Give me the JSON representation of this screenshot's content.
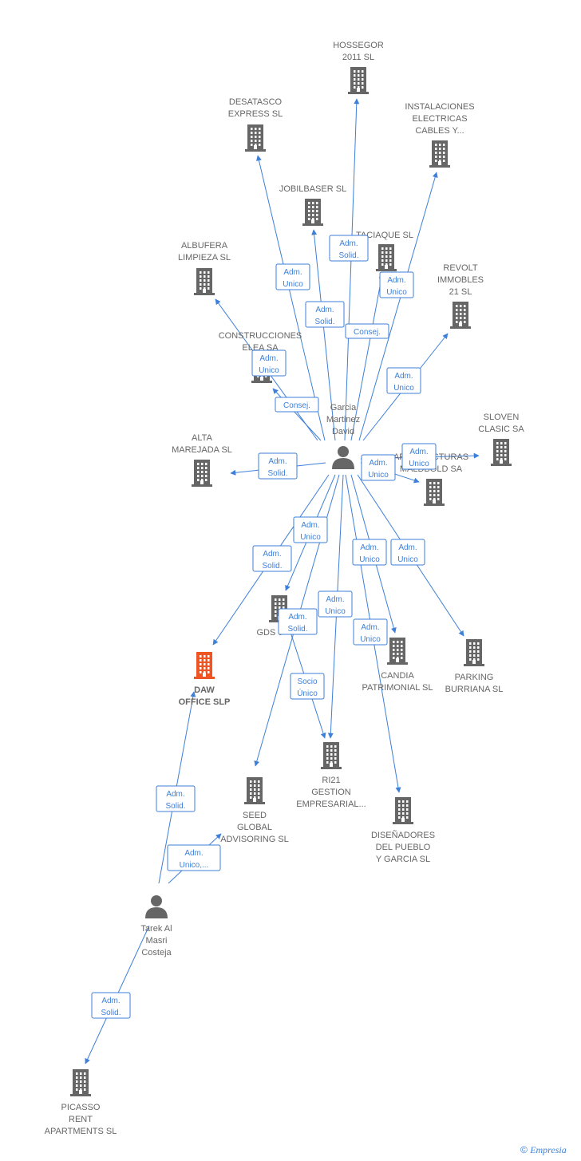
{
  "colors": {
    "edge": "#3d7fd9",
    "building": "#666666",
    "building_focus": "#ee5522",
    "label": "#666666"
  },
  "nodes": [
    {
      "id": "hossegor",
      "kind": "company",
      "lines": [
        "HOSSEGOR",
        "2011 SL"
      ]
    },
    {
      "id": "desatasco",
      "kind": "company",
      "lines": [
        "DESATASCO",
        "EXPRESS SL"
      ]
    },
    {
      "id": "instalaciones",
      "kind": "company",
      "lines": [
        "INSTALACIONES",
        "ELECTRICAS",
        "CABLES Y..."
      ]
    },
    {
      "id": "jobilbaser",
      "kind": "company",
      "lines": [
        "JOBILBASER SL"
      ]
    },
    {
      "id": "taciaque",
      "kind": "company",
      "lines": [
        "TACIAQUE SL"
      ]
    },
    {
      "id": "albufera",
      "kind": "company",
      "lines": [
        "ALBUFERA",
        "LIMPIEZA SL"
      ]
    },
    {
      "id": "revolt",
      "kind": "company",
      "lines": [
        "REVOLT",
        "IMMOBLES",
        "21 SL"
      ]
    },
    {
      "id": "construcciones",
      "kind": "company",
      "lines": [
        "CONSTRUCCIONES",
        "ELEA SA"
      ]
    },
    {
      "id": "garcia",
      "kind": "person",
      "lines": [
        "Garcia",
        "Martinez",
        "David"
      ]
    },
    {
      "id": "sloven",
      "kind": "company",
      "lines": [
        "SLOVEN",
        "CLASIC SA"
      ]
    },
    {
      "id": "alta",
      "kind": "company",
      "lines": [
        "ALTA",
        "MAREJADA  SL"
      ]
    },
    {
      "id": "arquitecturas",
      "kind": "company",
      "lines": [
        "ARQUITECTURAS",
        "MALDBOLD SA"
      ]
    },
    {
      "id": "gds",
      "kind": "company",
      "lines": [
        "GDS 0"
      ]
    },
    {
      "id": "daw",
      "kind": "focus",
      "lines": [
        "DAW",
        "OFFICE  SLP"
      ]
    },
    {
      "id": "candia",
      "kind": "company",
      "lines": [
        "CANDIA",
        "PATRIMONIAL SL"
      ]
    },
    {
      "id": "parking",
      "kind": "company",
      "lines": [
        "PARKING",
        "BURRIANA SL"
      ]
    },
    {
      "id": "ri21",
      "kind": "company",
      "lines": [
        "RI21",
        "GESTION",
        "EMPRESARIAL..."
      ]
    },
    {
      "id": "seed",
      "kind": "company",
      "lines": [
        "SEED",
        "GLOBAL",
        "ADVISORING SL"
      ]
    },
    {
      "id": "disenadores",
      "kind": "company",
      "lines": [
        "DISEÑADORES",
        "DEL PUEBLO",
        "Y GARCIA SL"
      ]
    },
    {
      "id": "tarek",
      "kind": "person",
      "lines": [
        "Tarek Al",
        "Masri",
        "Costeja"
      ]
    },
    {
      "id": "picasso",
      "kind": "company",
      "lines": [
        "PICASSO",
        "RENT",
        "APARTMENTS SL"
      ]
    }
  ],
  "edges": [
    {
      "from": "garcia",
      "to": "hossegor",
      "label": [
        "Adm.",
        "Solid."
      ]
    },
    {
      "from": "garcia",
      "to": "desatasco",
      "label": [
        "Adm.",
        "Unico"
      ]
    },
    {
      "from": "garcia",
      "to": "instalaciones",
      "label": [
        "Adm.",
        "Unico"
      ]
    },
    {
      "from": "garcia",
      "to": "jobilbaser",
      "label": [
        "Adm.",
        "Solid."
      ]
    },
    {
      "from": "garcia",
      "to": "taciaque",
      "label": [
        "Consej."
      ]
    },
    {
      "from": "garcia",
      "to": "albufera",
      "label": [
        "Adm.",
        "Unico"
      ]
    },
    {
      "from": "garcia",
      "to": "revolt",
      "label": [
        "Adm.",
        "Unico"
      ]
    },
    {
      "from": "garcia",
      "to": "construcciones",
      "label": [
        "Consej."
      ]
    },
    {
      "from": "garcia",
      "to": "sloven",
      "label": [
        "Adm.",
        "Unico"
      ]
    },
    {
      "from": "garcia",
      "to": "alta",
      "label": [
        "Adm.",
        "Solid."
      ]
    },
    {
      "from": "garcia",
      "to": "arquitecturas",
      "label": [
        "Adm.",
        "Unico"
      ]
    },
    {
      "from": "garcia",
      "to": "gds",
      "label": [
        "Adm.",
        "Unico"
      ]
    },
    {
      "from": "garcia",
      "to": "daw",
      "label": [
        "Adm.",
        "Solid."
      ]
    },
    {
      "from": "garcia",
      "to": "candia",
      "label": [
        "Adm.",
        "Unico"
      ]
    },
    {
      "from": "garcia",
      "to": "parking",
      "label": [
        "Adm.",
        "Unico"
      ]
    },
    {
      "from": "garcia",
      "to": "ri21",
      "label": [
        "Adm.",
        "Unico"
      ]
    },
    {
      "from": "garcia",
      "to": "seed",
      "label": [
        "Adm.",
        "Solid."
      ]
    },
    {
      "from": "garcia",
      "to": "disenadores",
      "label": [
        "Adm.",
        "Unico"
      ]
    },
    {
      "from": "gds",
      "to": "ri21",
      "label": [
        "Socio",
        "Único"
      ]
    },
    {
      "from": "tarek",
      "to": "daw",
      "label": [
        "Adm.",
        "Solid."
      ]
    },
    {
      "from": "tarek",
      "to": "seed",
      "label": [
        "Adm.",
        "Unico,..."
      ]
    },
    {
      "from": "tarek",
      "to": "picasso",
      "label": [
        "Adm.",
        "Solid."
      ]
    }
  ],
  "footer": {
    "copyright": "©",
    "brand": "Empresia"
  }
}
